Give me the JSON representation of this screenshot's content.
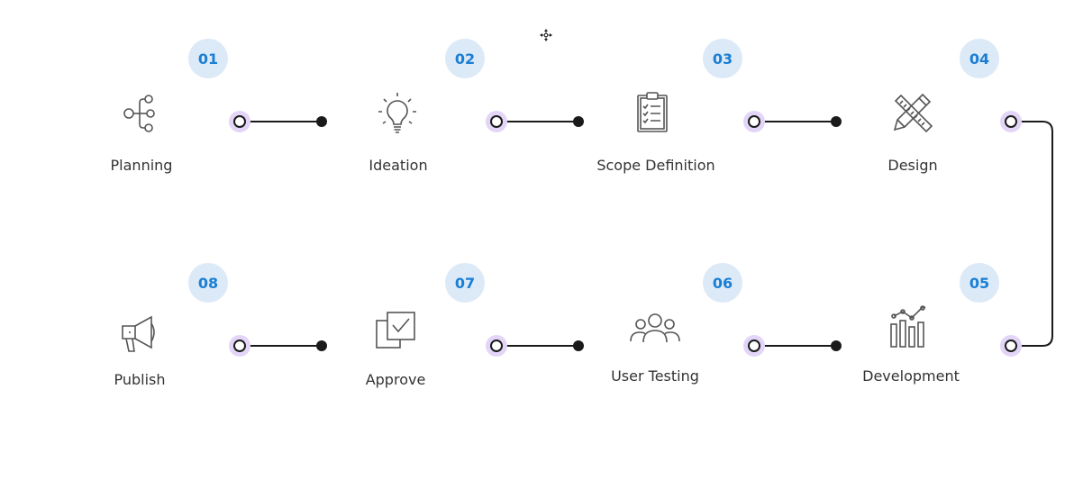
{
  "colors": {
    "badge_bg": "#dce9f7",
    "badge_text": "#1a7fd4",
    "connector_line": "#1a1a1a",
    "start_node_halo": "#e3d5f7",
    "end_node": "#1a1a1a",
    "icon_stroke": "#555555",
    "label_text": "#333333"
  },
  "steps": [
    {
      "number": "01",
      "label": "Planning",
      "icon": "hierarchy-icon"
    },
    {
      "number": "02",
      "label": "Ideation",
      "icon": "lightbulb-icon"
    },
    {
      "number": "03",
      "label": "Scope Definition",
      "icon": "clipboard-checklist-icon"
    },
    {
      "number": "04",
      "label": "Design",
      "icon": "pencil-ruler-icon"
    },
    {
      "number": "05",
      "label": "Development",
      "icon": "bar-chart-trend-icon"
    },
    {
      "number": "06",
      "label": "User Testing",
      "icon": "user-group-icon"
    },
    {
      "number": "07",
      "label": "Approve",
      "icon": "checkbox-stack-icon"
    },
    {
      "number": "08",
      "label": "Publish",
      "icon": "megaphone-icon"
    }
  ]
}
